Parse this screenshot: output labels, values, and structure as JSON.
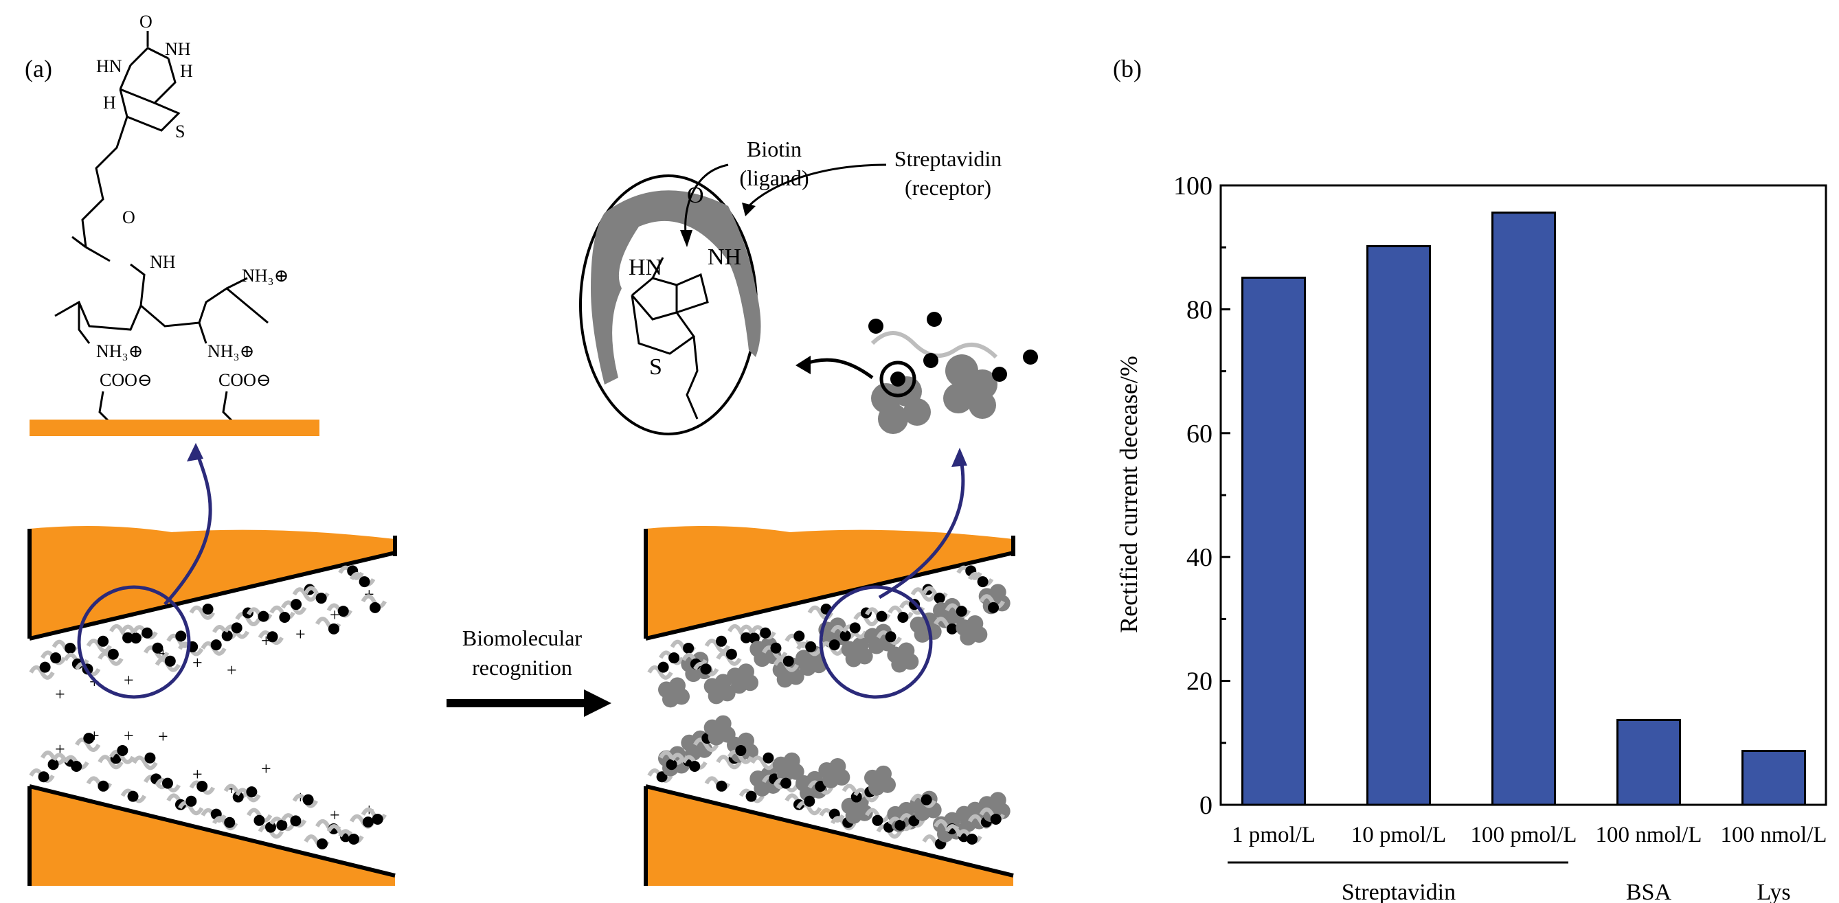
{
  "panel_labels": {
    "a": "(a)",
    "b": "(b)"
  },
  "diagram": {
    "structure_labels": {
      "o_top": "O",
      "hn_left": "HN",
      "nh_right": "NH",
      "h_right": "H",
      "h_left": "H",
      "s": "S",
      "amide_o": "O",
      "amide_nh": "NH",
      "nh3_top": "NH₃⊕",
      "nh3_left": "NH₃⊕",
      "nh3_mid": "NH₃⊕",
      "coo_left": "COO⊖",
      "coo_right": "COO⊖"
    },
    "inset_labels": {
      "biotin_line1": "Biotin",
      "biotin_line2": "(ligand)",
      "strep_line1": "Streptavidin",
      "strep_line2": "(receptor)",
      "hn": "HN",
      "nh": "NH",
      "o": "O",
      "s": "S"
    },
    "arrow_label_line1": "Biomolecular",
    "arrow_label_line2": "recognition",
    "colors": {
      "substrate": "#f7941d",
      "ring": "#2b2a7a",
      "protein": "#808080",
      "polymer": "#bdbdbd"
    }
  },
  "chart_data": {
    "type": "bar",
    "title": "",
    "xlabel": "",
    "ylabel": "Rectified current decease/%",
    "ylim": [
      0,
      100
    ],
    "yticks": [
      0,
      20,
      40,
      60,
      80,
      100
    ],
    "grid": false,
    "categories": [
      "1 pmol/L",
      "10 pmol/L",
      "100 pmol/L",
      "100 nmol/L",
      "100 nmol/L"
    ],
    "values": [
      85.1,
      90.2,
      95.6,
      13.7,
      8.7
    ],
    "groups": [
      {
        "label": "Streptavidin",
        "members": [
          0,
          1,
          2
        ]
      },
      {
        "label": "BSA",
        "members": [
          3
        ]
      },
      {
        "label": "Lys",
        "members": [
          4
        ]
      }
    ],
    "bar_color": "#3a55a4"
  }
}
